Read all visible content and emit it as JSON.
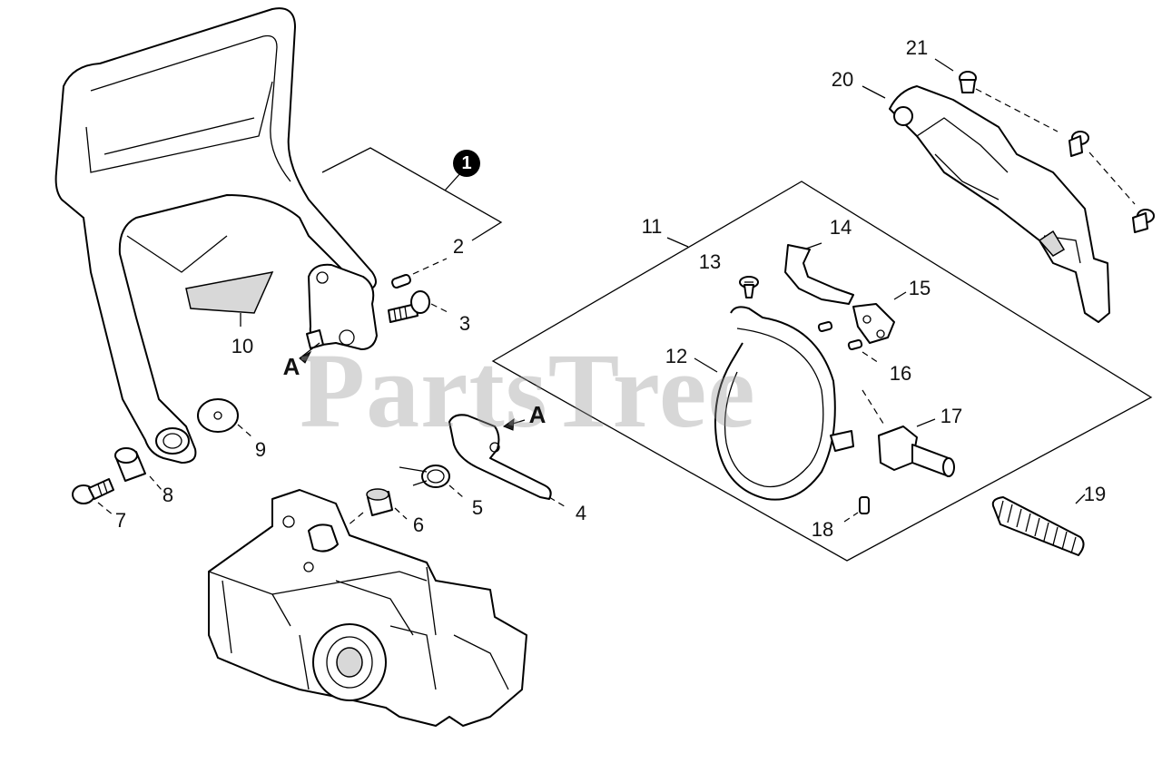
{
  "diagram": {
    "watermark": "PartsTree",
    "assembly_badge": "1",
    "callouts": [
      "2",
      "3",
      "4",
      "5",
      "6",
      "7",
      "8",
      "9",
      "10",
      "11",
      "12",
      "13",
      "14",
      "15",
      "16",
      "17",
      "18",
      "19",
      "20",
      "21"
    ],
    "reference_marks": [
      "A",
      "A"
    ]
  }
}
